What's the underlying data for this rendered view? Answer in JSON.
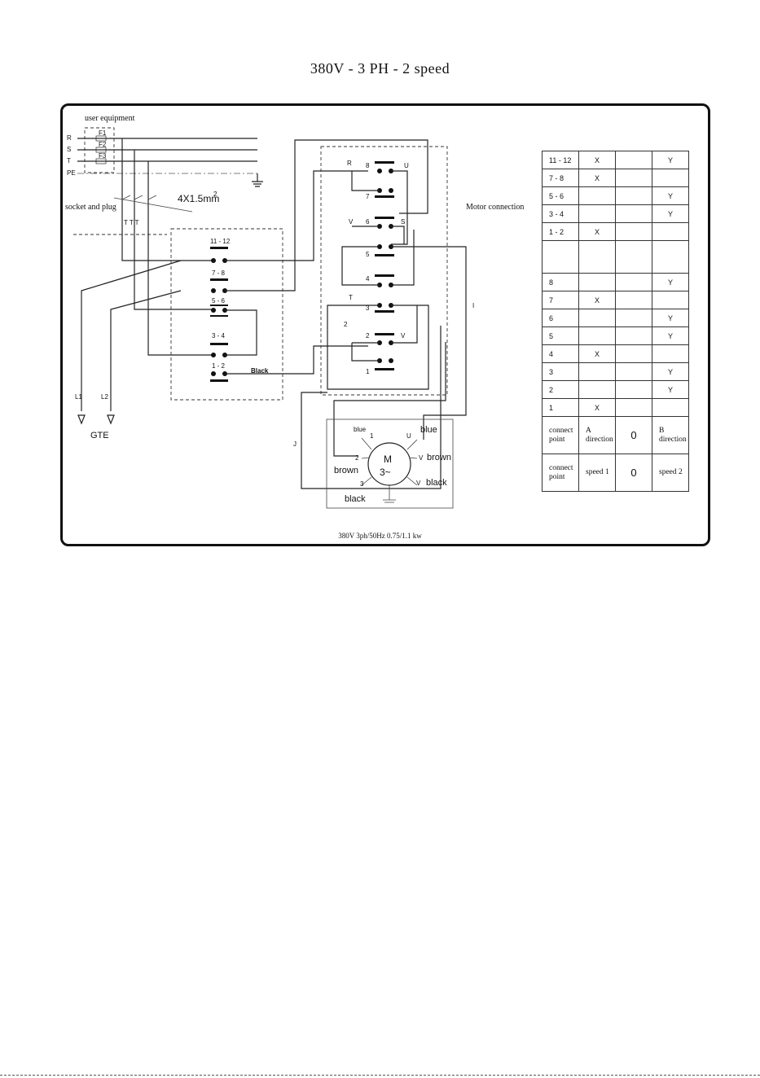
{
  "title": "380V - 3 PH - 2 speed",
  "labels": {
    "user_equipment": "user equipment",
    "socket_and_plug": "socket and plug",
    "cable": "4X1.5mm",
    "cable_sup": "2",
    "motor_connection": "Motor connection",
    "black_small": "Black",
    "gte": "GTE",
    "l1": "L1",
    "l2": "L2",
    "line_r": "R",
    "line_s": "S",
    "line_t": "T",
    "line_pe": "PE",
    "fuse_1": "F1",
    "fuse_2": "F2",
    "fuse_3": "F3",
    "sw_11_12": "11 - 12",
    "sw_7_8": "7 - 8",
    "sw_5_6": "5 - 6",
    "sw_3_4": "3 - 4",
    "sw_1_2": "1 - 2",
    "t_r": "R",
    "t_8": "8",
    "t_u": "U",
    "t_7": "7",
    "t_v": "V",
    "t_6": "6",
    "t_s": "S",
    "t_5": "5",
    "t_4": "4",
    "t_3": "3",
    "t_t": "T",
    "t_2a": "2",
    "t_2b": "2",
    "t_v2": "V",
    "t_1": "1",
    "w_i": "I",
    "w_j": "J",
    "motor_m": "M",
    "motor_3ph": "3~",
    "m_blue_small": "blue",
    "m_1": "1",
    "m_u": "U",
    "m_blue": "blue",
    "m_2": "2",
    "m_v_top": "V",
    "m_brown_r": "brown",
    "m_brown_l": "brown",
    "m_3": "3",
    "m_v_bot": "V",
    "m_black_r": "black",
    "m_black_l": "black"
  },
  "table": {
    "rows": [
      [
        "11 - 12",
        "X",
        "",
        "Y"
      ],
      [
        "7 - 8",
        "X",
        "",
        ""
      ],
      [
        "5 - 6",
        "",
        "",
        "Y"
      ],
      [
        "3 - 4",
        "",
        "",
        "Y"
      ],
      [
        "1 - 2",
        "X",
        "",
        ""
      ],
      [
        "",
        "",
        "",
        ""
      ],
      [
        "8",
        "",
        "",
        "Y"
      ],
      [
        "7",
        "X",
        "",
        ""
      ],
      [
        "6",
        "",
        "",
        "Y"
      ],
      [
        "5",
        "",
        "",
        "Y"
      ],
      [
        "4",
        "X",
        "",
        ""
      ],
      [
        "3",
        "",
        "",
        "Y"
      ],
      [
        "2",
        "",
        "",
        "Y"
      ],
      [
        "1",
        "X",
        "",
        ""
      ]
    ],
    "direction_row": [
      "connect point",
      "A direction",
      "0",
      "B direction"
    ],
    "speed_row": [
      "connect point",
      "speed 1",
      "0",
      "speed 2"
    ]
  },
  "footer": "380V 3ph/50Hz 0.75/1.1 kw"
}
